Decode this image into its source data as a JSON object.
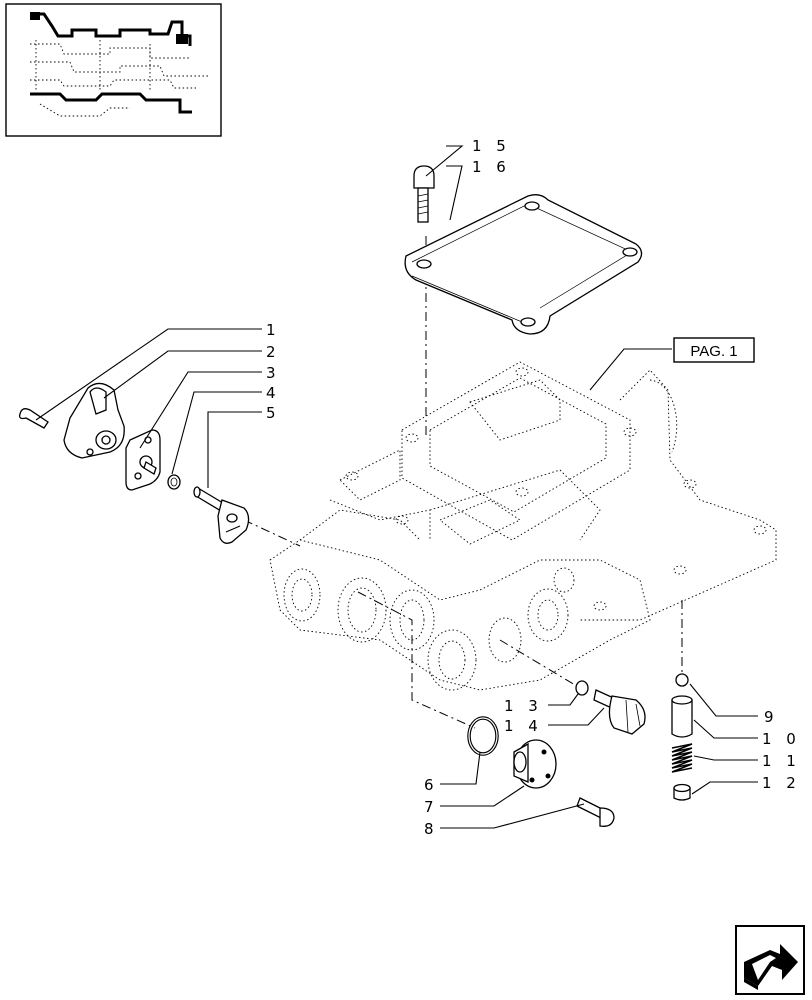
{
  "thumbnail": {
    "icon": "transmission-overview-icon"
  },
  "reference_box": {
    "label": "PAG. 1"
  },
  "callouts": [
    {
      "id": "1",
      "label": "1"
    },
    {
      "id": "2",
      "label": "2"
    },
    {
      "id": "3",
      "label": "3"
    },
    {
      "id": "4",
      "label": "4"
    },
    {
      "id": "5",
      "label": "5"
    },
    {
      "id": "6",
      "label": "6"
    },
    {
      "id": "7",
      "label": "7"
    },
    {
      "id": "8",
      "label": "8"
    },
    {
      "id": "9",
      "label": "9"
    },
    {
      "id": "10",
      "label": "1 0"
    },
    {
      "id": "11",
      "label": "1 1"
    },
    {
      "id": "12",
      "label": "1 2"
    },
    {
      "id": "13",
      "label": "1 3"
    },
    {
      "id": "14",
      "label": "1 4"
    },
    {
      "id": "15",
      "label": "1 5"
    },
    {
      "id": "16",
      "label": "1 6"
    }
  ],
  "nav_button": {
    "icon": "next-page-arrow-icon"
  }
}
